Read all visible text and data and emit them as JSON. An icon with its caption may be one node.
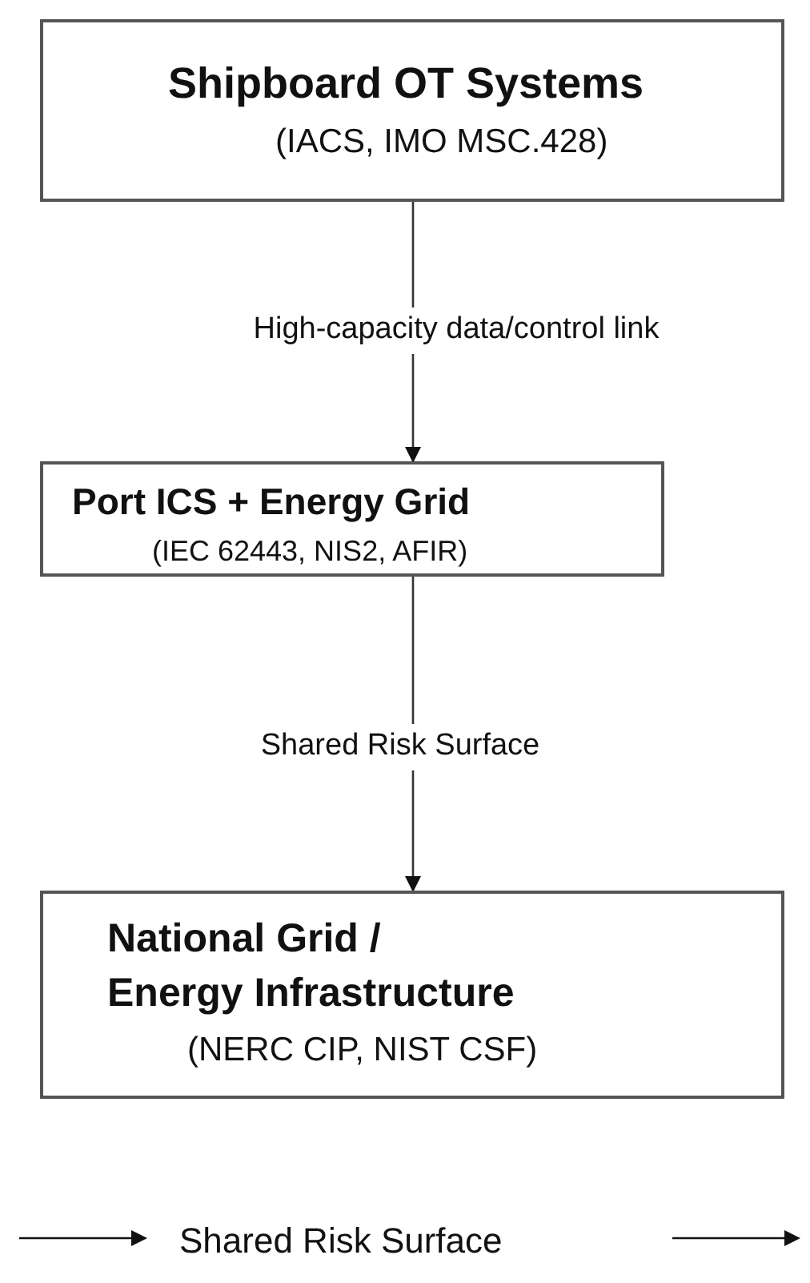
{
  "diagram": {
    "nodes": [
      {
        "text": [
          "Shipboard OT Systems",
          "(IACS, IMO MSC.428)"
        ]
      },
      {
        "text": [
          "Port ICS + Energy Grid",
          "(IEC 62443, NIS2, AFIR)"
        ]
      },
      {
        "text": [
          "National Grid / Energy Infrastructure",
          "(NERC CIP, NIST CSF)"
        ]
      }
    ],
    "edges": [
      {
        "from": 0,
        "to": 1,
        "arrow": "to",
        "label": "High-capacity data/control link"
      },
      {
        "from": 1,
        "to": 2,
        "arrow": "to",
        "label": "Shared Risk Surface"
      }
    ],
    "labels": [
      "Shared Risk Surface"
    ]
  }
}
